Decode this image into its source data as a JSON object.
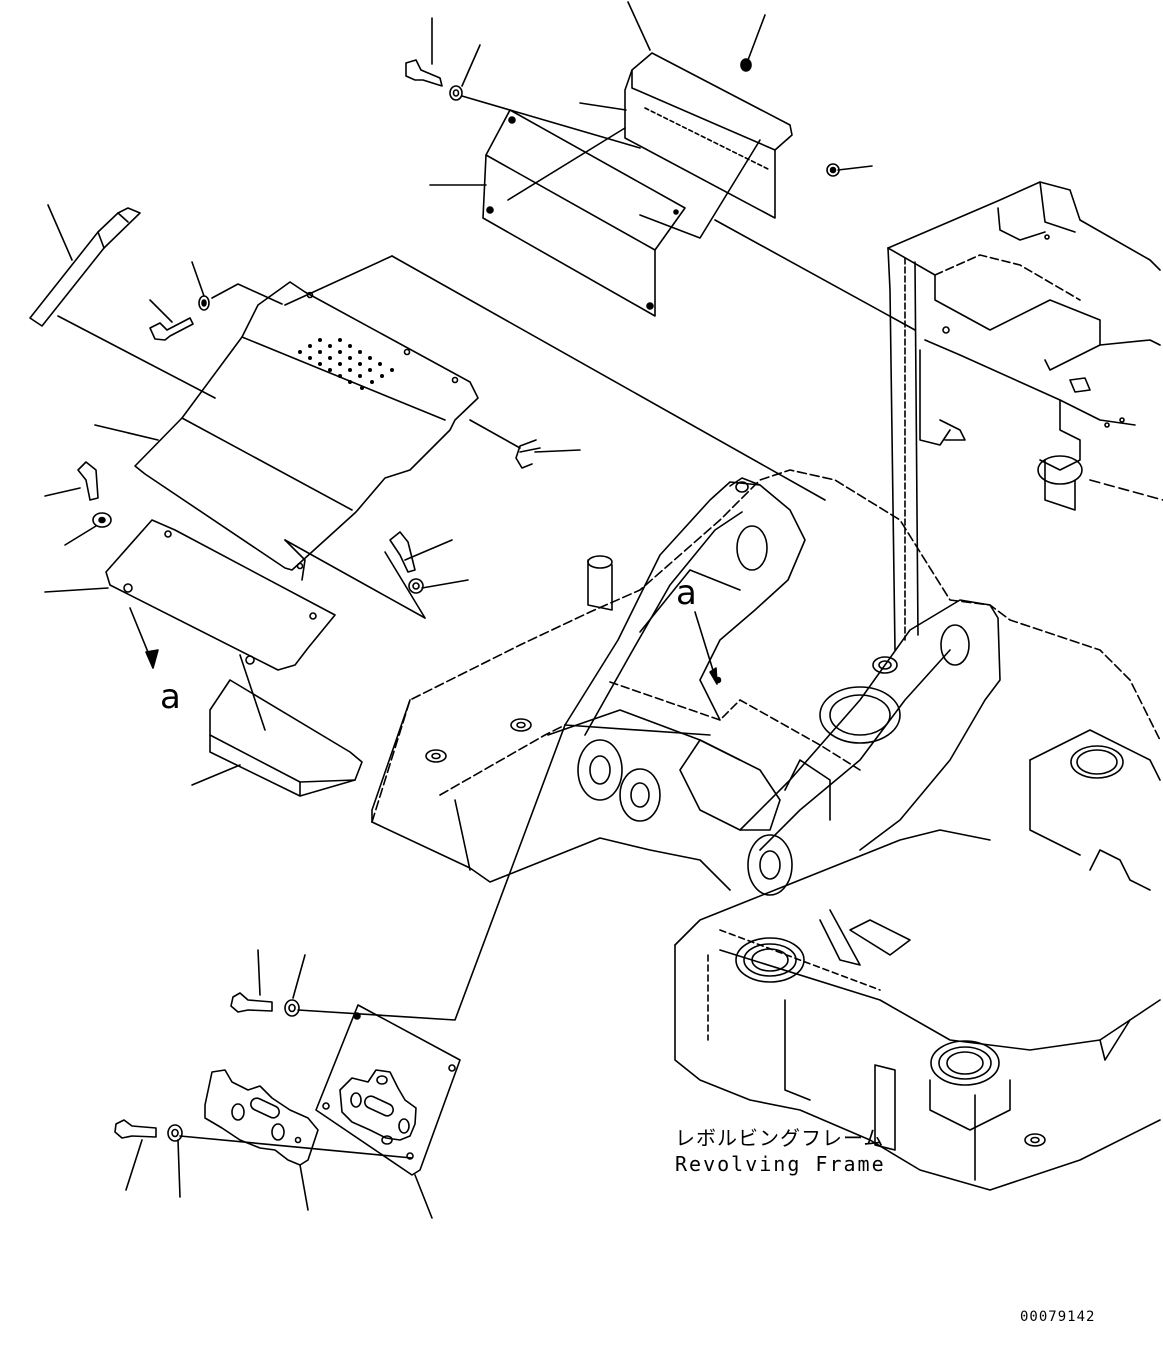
{
  "caption": {
    "japanese": "レボルビングフレーム",
    "english": "Revolving Frame"
  },
  "view_refs": [
    "a",
    "a"
  ],
  "drawing_number": "00079142"
}
